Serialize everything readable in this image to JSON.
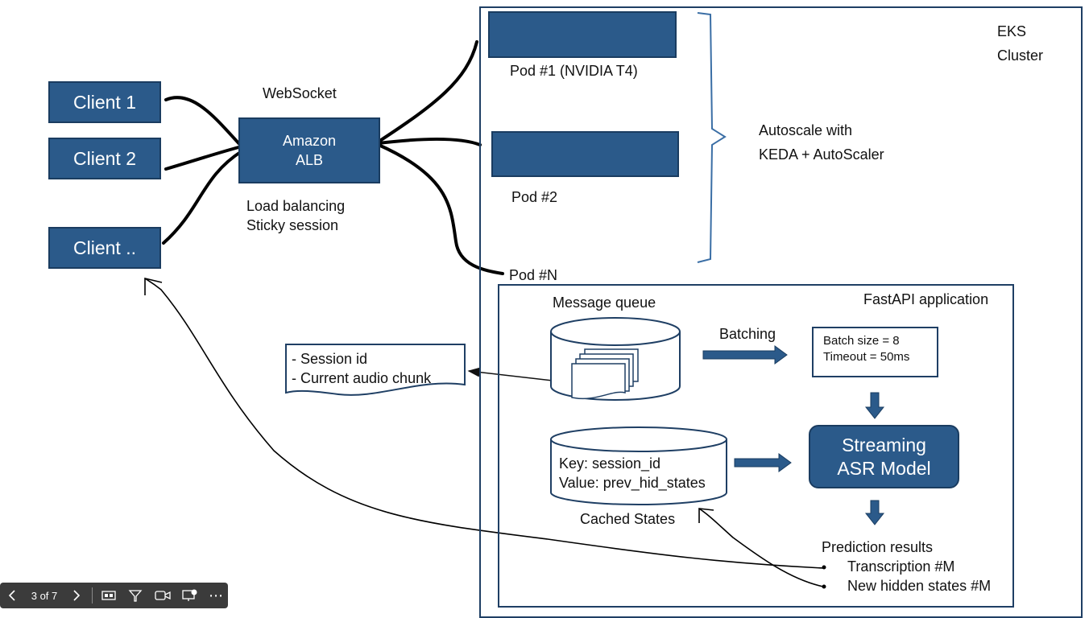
{
  "clients": [
    "Client 1",
    "Client 2",
    "Client .."
  ],
  "websocket_label": "WebSocket",
  "alb": {
    "line1": "Amazon",
    "line2": "ALB"
  },
  "lb_notes": {
    "line1": "Load balancing",
    "line2": "Sticky session"
  },
  "pods": {
    "pod1": "Pod #1 (NVIDIA T4)",
    "pod2": "Pod #2",
    "podN": "Pod #N"
  },
  "cluster": {
    "line1": "EKS",
    "line2": "Cluster"
  },
  "autoscale": {
    "line1": "Autoscale with",
    "line2": "KEDA + AutoScaler"
  },
  "fastapi": {
    "title": "FastAPI application",
    "message_queue": "Message queue",
    "batching": "Batching",
    "batch_config": {
      "line1": "Batch size = 8",
      "line2": "Timeout = 50ms"
    },
    "asr": {
      "line1": "Streaming",
      "line2": "ASR Model"
    },
    "cache": {
      "line1": "Key: session_id",
      "line2": "Value: prev_hid_states",
      "label": "Cached States"
    },
    "prediction": {
      "title": "Prediction results",
      "item1": "Transcription #M",
      "item2": "New hidden states #M"
    }
  },
  "message": {
    "line1": "- Session id",
    "line2": "- Current audio chunk"
  },
  "toolbar": {
    "page": "3 of 7"
  },
  "colors": {
    "box_fill": "#2b5a8a",
    "box_border": "#1a3c60",
    "frame": "#1f3f64",
    "brace": "#3a6ea5"
  }
}
